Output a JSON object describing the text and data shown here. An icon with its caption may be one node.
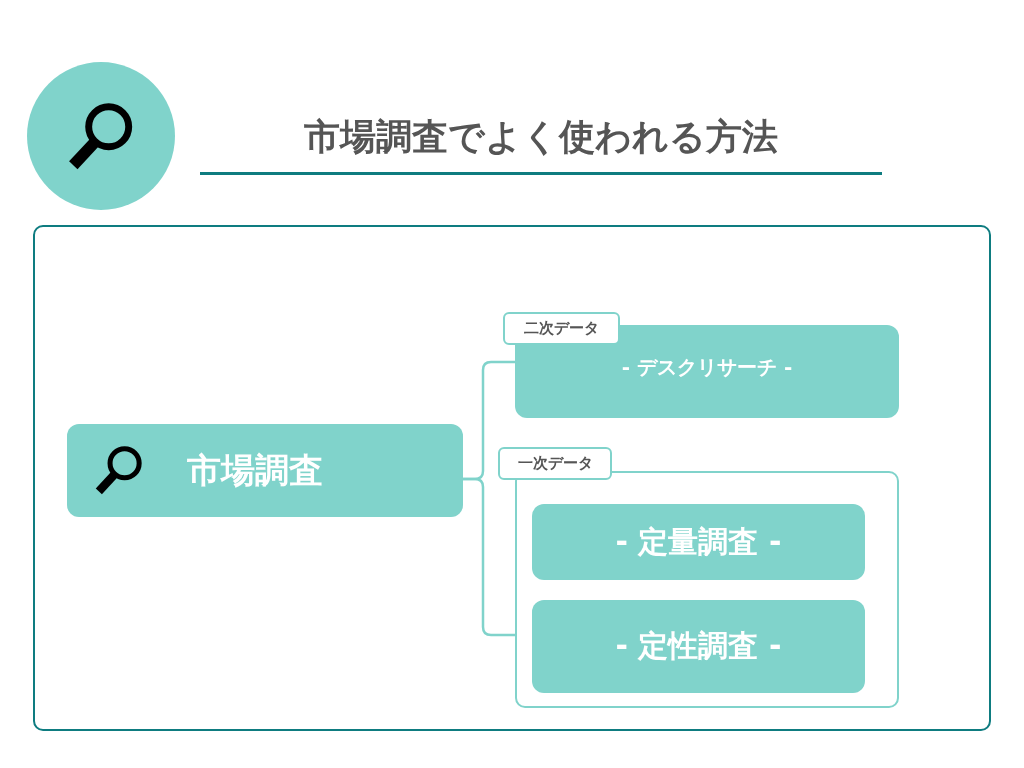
{
  "diagram": {
    "title": "市場調査でよく使われる方法",
    "nodes": [
      {
        "text": [
          "市場調査"
        ]
      },
      {
        "text": [
          "二次データ",
          "- デスクリサーチ -"
        ]
      },
      {
        "text": [
          "一次データ"
        ]
      },
      {
        "text": [
          "- 定量調査 -"
        ],
        "in": 2
      },
      {
        "text": [
          "- 定性調査 -"
        ],
        "in": 2
      }
    ],
    "edges": [
      {
        "from": 0,
        "to": 1,
        "arrow": "none"
      },
      {
        "from": 0,
        "to": 2,
        "arrow": "none"
      }
    ]
  }
}
